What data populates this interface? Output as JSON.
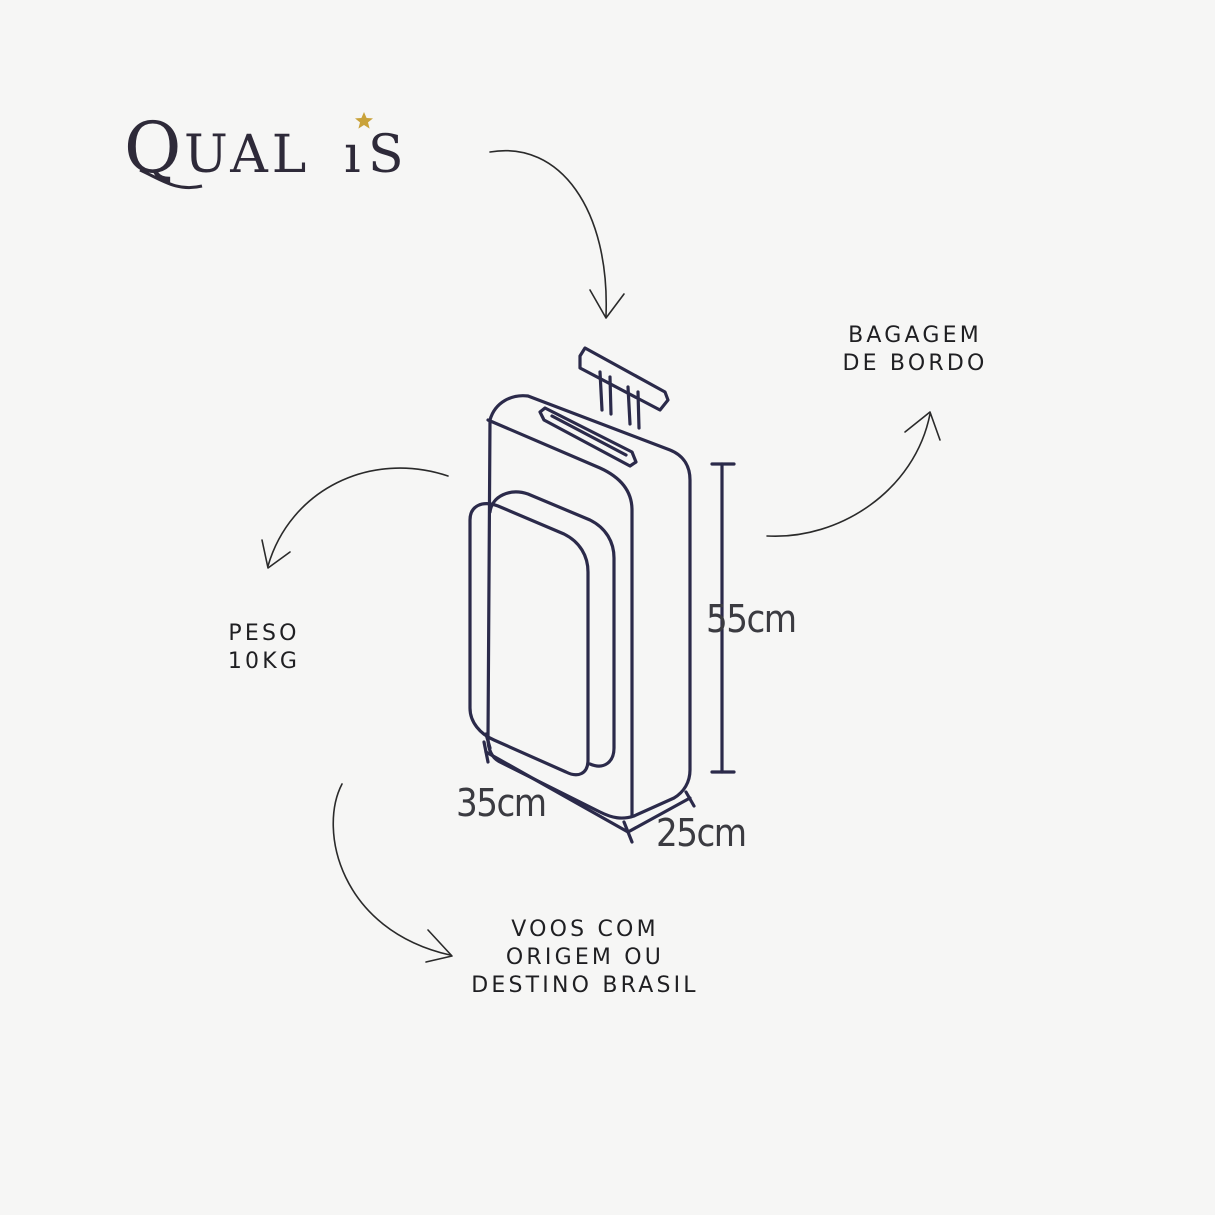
{
  "brand": {
    "name": "QUALIS",
    "star_color": "#c9a23a",
    "text_color": "#2e2a39"
  },
  "labels": {
    "baggage": [
      "BAGAGEM",
      "DE BORDO"
    ],
    "weight": [
      "PESO",
      "10KG"
    ],
    "flights": [
      "VOOS COM",
      "ORIGEM OU",
      "DESTINO BRASIL"
    ]
  },
  "dimensions": {
    "height": "55cm",
    "width": "35cm",
    "depth": "25cm"
  },
  "icons": {
    "suitcase": "carry-on-suitcase-icon",
    "arrows": "hand-drawn-arrow-icon"
  },
  "colors": {
    "background": "#f6f6f5",
    "line": "#2b2a4a",
    "text": "#1f1f22"
  }
}
